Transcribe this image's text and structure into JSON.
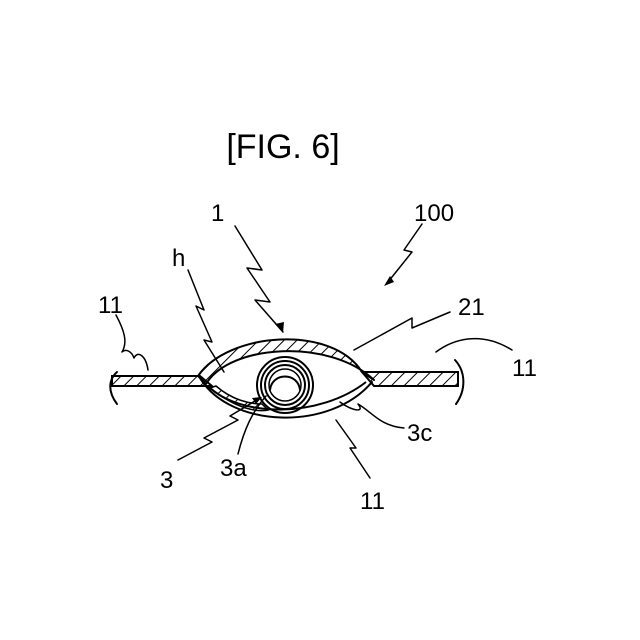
{
  "figure": {
    "title": "[FIG. 6]",
    "labels": {
      "l1": "1",
      "l100": "100",
      "lh": "h",
      "l11_left": "11",
      "l21": "21",
      "l11_right": "11",
      "l3": "3",
      "l3a": "3a",
      "l3c": "3c",
      "l11_bottom": "11"
    }
  }
}
